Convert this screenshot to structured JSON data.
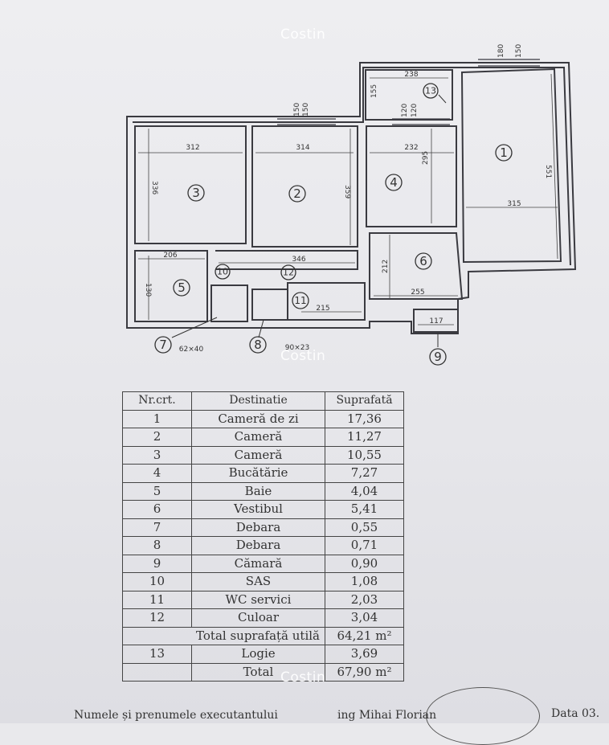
{
  "watermark": "Costin",
  "rooms": [
    {
      "num": "1",
      "label": "①"
    },
    {
      "num": "2",
      "label": "②"
    },
    {
      "num": "3",
      "label": "③"
    },
    {
      "num": "4",
      "label": "④"
    },
    {
      "num": "5",
      "label": "⑤"
    },
    {
      "num": "6",
      "label": "⑥"
    },
    {
      "num": "7",
      "label": "⑦"
    },
    {
      "num": "8",
      "label": "⑧"
    },
    {
      "num": "9",
      "label": "⑨"
    },
    {
      "num": "10",
      "label": "⑩"
    },
    {
      "num": "11",
      "label": "⑪"
    },
    {
      "num": "12",
      "label": "⑫"
    },
    {
      "num": "13",
      "label": "⑬"
    }
  ],
  "dimensions": {
    "d312": "312",
    "d314": "314",
    "d232": "232",
    "d238": "238",
    "d315": "315",
    "d551": "551",
    "d359": "359",
    "d336": "336",
    "d295": "295",
    "d206": "206",
    "d346": "346",
    "d212": "212",
    "d255": "255",
    "d215": "215",
    "d117": "117",
    "d130": "130",
    "d155": "155",
    "d150a": "150",
    "d150b": "150",
    "d120a": "120",
    "d120b": "120",
    "d180": "180",
    "d150c": "150",
    "d90_23": "90×23",
    "d62_40": "62×40"
  },
  "table": {
    "headers": [
      "Nr.crt.",
      "Destinatie",
      "Suprafată"
    ],
    "rows": [
      [
        "1",
        "Cameră de zi",
        "17,36"
      ],
      [
        "2",
        "Cameră",
        "11,27"
      ],
      [
        "3",
        "Cameră",
        "10,55"
      ],
      [
        "4",
        "Bucătărie",
        "7,27"
      ],
      [
        "5",
        "Baie",
        "4,04"
      ],
      [
        "6",
        "Vestibul",
        "5,41"
      ],
      [
        "7",
        "Debara",
        "0,55"
      ],
      [
        "8",
        "Debara",
        "0,71"
      ],
      [
        "9",
        "Cămară",
        "0,90"
      ],
      [
        "10",
        "SAS",
        "1,08"
      ],
      [
        "11",
        "WC servici",
        "2,03"
      ],
      [
        "12",
        "Culoar",
        "3,04"
      ]
    ],
    "useful_label": "Total suprafață utilă",
    "useful_value": "64,21 m²",
    "logia_num": "13",
    "logia_label": "Logie",
    "logia_value": "3,69",
    "total_label": "Total",
    "total_value": "67,90 m²"
  },
  "footer": {
    "executant": "Numele și prenumele executantului",
    "engineer": "ing Mihai Florian",
    "date": "Data 03."
  }
}
